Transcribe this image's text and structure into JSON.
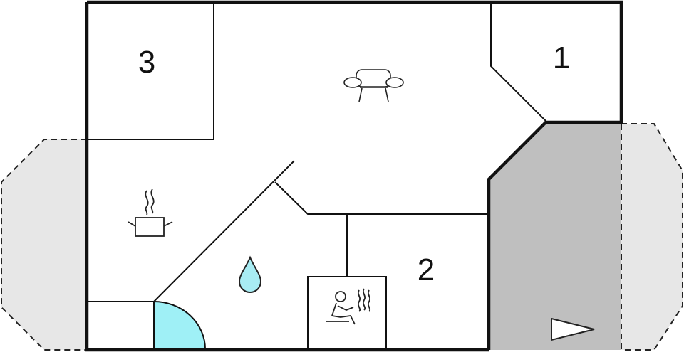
{
  "rooms": [
    {
      "id": "bedroom-1",
      "label": "1"
    },
    {
      "id": "bedroom-2",
      "label": "2"
    },
    {
      "id": "bedroom-3",
      "label": "3"
    }
  ],
  "icons": {
    "living": "sofa-icon",
    "kitchen": "cooking-pot-icon",
    "bathroom": "water-drop-icon",
    "sauna": "sauna-icon",
    "shower": "shower-quarter-circle",
    "entrance": "entrance-arrow-icon"
  },
  "colors": {
    "wall": "#111111",
    "terrace": "#e7e7e7",
    "covered_area": "#bfbfbf",
    "water": "#a8ecf3",
    "shower": "#9ff0f6"
  }
}
